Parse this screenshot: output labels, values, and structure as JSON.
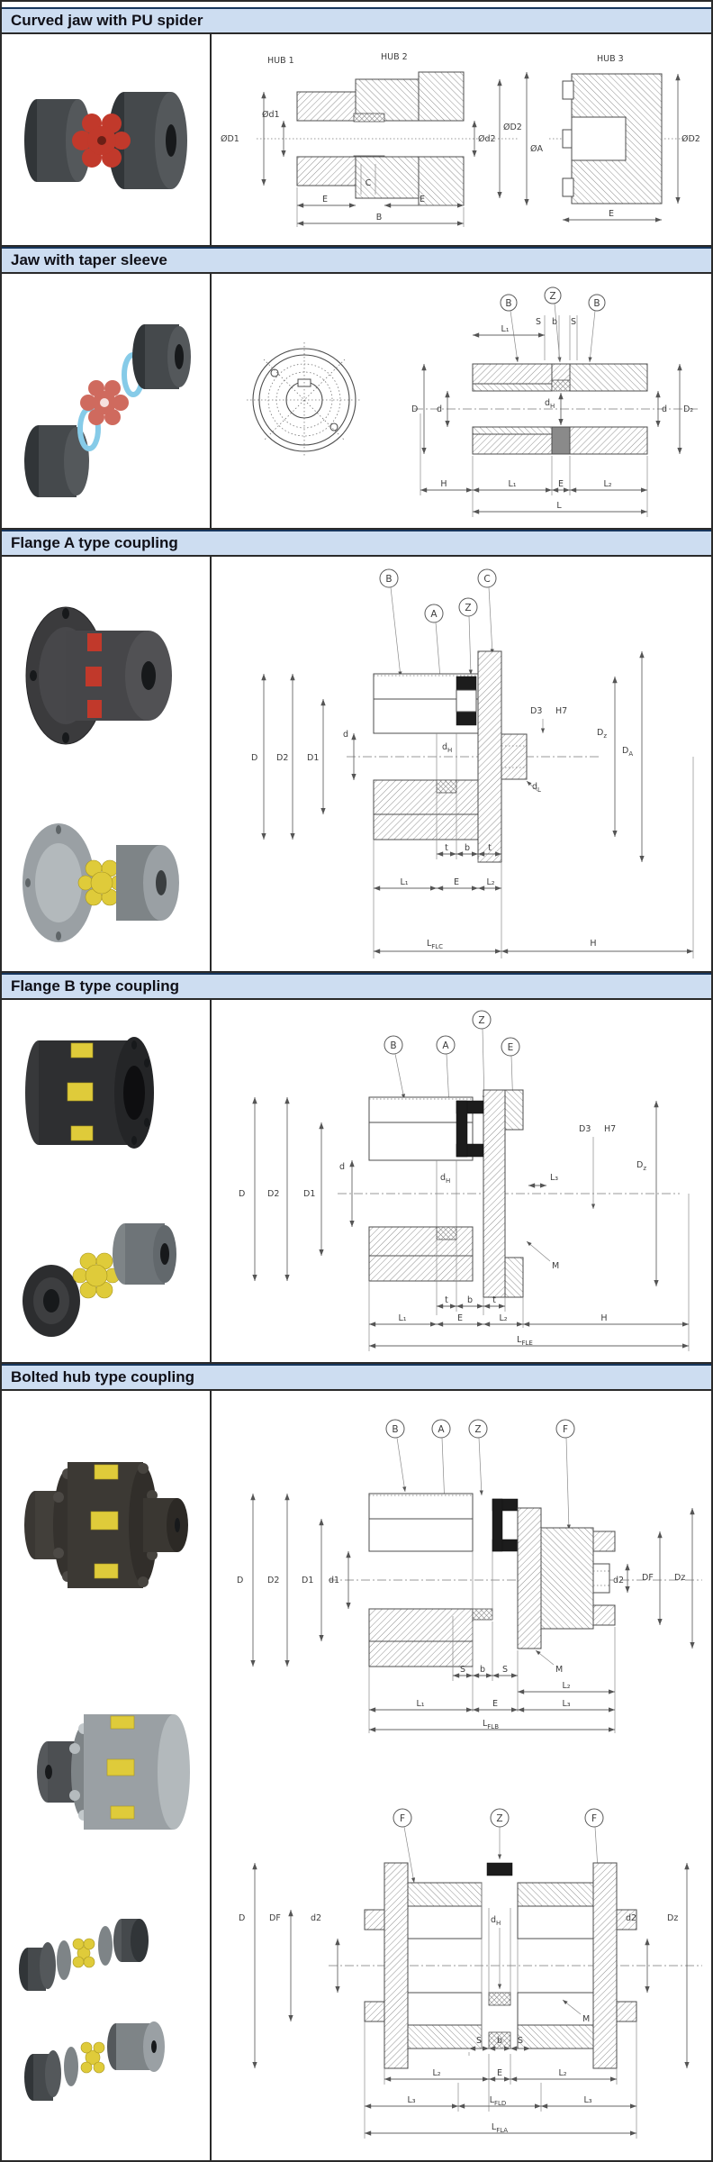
{
  "theme": {
    "header_bg": "#cdddf1",
    "header_rule": "#17365d",
    "border": "#2a2a2a",
    "page_bg": "#ffffff",
    "hub_dark": "#45494c",
    "hub_darker": "#313538",
    "hub_gray": "#9aa0a4",
    "spider_red": "#c1392b",
    "spider_yellow": "#dfcb3a",
    "ring_blue": "#86cbe8"
  },
  "sections": [
    {
      "title": "Curved jaw with PU spider"
    },
    {
      "title": "Jaw with taper sleeve"
    },
    {
      "title": "Flange A type coupling"
    },
    {
      "title": "Flange B type coupling"
    },
    {
      "title": "Bolted hub type coupling"
    }
  ],
  "curved": {
    "hub1": "HUB 1",
    "hub2": "HUB 2",
    "hub3": "HUB 3",
    "dD1": "ØD1",
    "dd1": "Ød1",
    "dd2": "Ød2",
    "dD2": "ØD2",
    "dA": "ØA",
    "c": "C",
    "e1": "E",
    "e2": "E",
    "b": "B",
    "h3_dD2": "ØD2",
    "h3_e": "E"
  },
  "taper": {
    "co": [
      "B",
      "Z",
      "B"
    ],
    "s1": "S",
    "b": "b",
    "s2": "S",
    "l1t": "L₁",
    "D": "D",
    "d_l": "d",
    "dh_m": "d",
    "dh_s": "H",
    "d_r": "d",
    "D2": "D₂",
    "H": "H",
    "l1": "L₁",
    "E": "E",
    "l2": "L₂",
    "L": "L"
  },
  "flangeA": {
    "co": [
      "B",
      "A",
      "Z",
      "C"
    ],
    "D": "D",
    "D2": "D2",
    "D1": "D1",
    "d": "d",
    "dh_m": "d",
    "dh_s": "H",
    "D3": "D3",
    "H7": "H7",
    "dz_m": "D",
    "dz_s": "z",
    "da_m": "D",
    "da_s": "A",
    "dl_m": "d",
    "dl_s": "L",
    "t1": "t",
    "b": "b",
    "t2": "t",
    "l1": "L₁",
    "E": "E",
    "l2": "L₂",
    "lflc_m": "L",
    "lflc_s": "FLC",
    "H": "H"
  },
  "flangeB": {
    "co": [
      "B",
      "A",
      "Z",
      "E"
    ],
    "D": "D",
    "D2": "D2",
    "D1": "D1",
    "d": "d",
    "dh_m": "d",
    "dh_s": "H",
    "l3": "L₃",
    "D3": "D3",
    "H7": "H7",
    "dz_m": "D",
    "dz_s": "z",
    "M": "M",
    "t1": "t",
    "b": "b",
    "t2": "t",
    "l1": "L₁",
    "E": "E",
    "l2": "L₂",
    "H": "H",
    "lfle_m": "L",
    "lfle_s": "FLE"
  },
  "boltedA": {
    "co": [
      "B",
      "A",
      "Z",
      "F"
    ],
    "D": "D",
    "D2": "D2",
    "D1": "D1",
    "d1": "d1",
    "d2": "d2",
    "DF": "DF",
    "Dz": "Dz",
    "M": "M",
    "s1": "S",
    "b": "b",
    "s2": "S",
    "l2": "L₂",
    "l1": "L₁",
    "E": "E",
    "l3": "L₃",
    "lflb_m": "L",
    "lflb_s": "FLB"
  },
  "boltedB": {
    "co": [
      "F",
      "Z",
      "F"
    ],
    "D": "D",
    "DF": "DF",
    "d2l": "d2",
    "dh_m": "d",
    "dh_s": "H",
    "d2r": "d2",
    "Dz": "Dz",
    "M": "M",
    "s1": "S",
    "b": "b",
    "s2": "S",
    "l2l": "L₂",
    "E": "E",
    "l2r": "L₂",
    "l3l": "L₃",
    "lfld_m": "L",
    "lfld_s": "FLD",
    "l3r": "L₃",
    "lfla_m": "L",
    "lfla_s": "FLA"
  }
}
